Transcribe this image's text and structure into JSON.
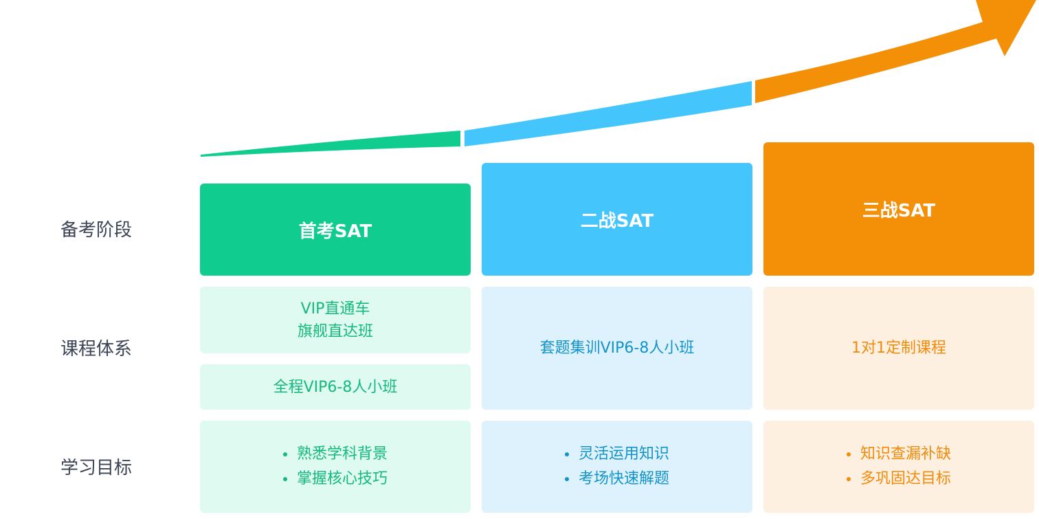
{
  "colors": {
    "green": "#10cc8e",
    "blue": "#44c6fd",
    "orange": "#f48f08",
    "green_light": "#dffaf1",
    "blue_light": "#ddf2fc",
    "orange_light": "#fdf0e1"
  },
  "rows": {
    "stage": "备考阶段",
    "course": "课程体系",
    "goal": "学习目标"
  },
  "stages": [
    {
      "title": "首考SAT"
    },
    {
      "title": "二战SAT"
    },
    {
      "title": "三战SAT"
    }
  ],
  "courses": {
    "green_a_line1": "VIP直通车",
    "green_a_line2": "旗舰直达班",
    "green_b": "全程VIP6-8人小班",
    "blue": "套题集训VIP6-8人小班",
    "orange": "1对1定制课程"
  },
  "goals": [
    [
      "熟悉学科背景",
      "掌握核心技巧"
    ],
    [
      "灵活运用知识",
      "考场快速解题"
    ],
    [
      "知识查漏补缺",
      "多巩固达目标"
    ]
  ]
}
